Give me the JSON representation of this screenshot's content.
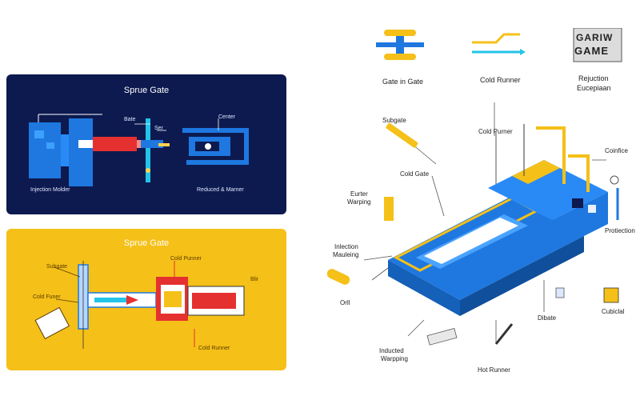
{
  "panels": {
    "top": {
      "title": "Sprue Gate",
      "labels": {
        "bate": "Bate",
        "ser": "Ser",
        "center": "Center",
        "injection_molder": "Injection Molder",
        "reduced_marner": "Reduced & Marner"
      }
    },
    "bottom": {
      "title": "Sprue Gate",
      "labels": {
        "subgate": "Subgate",
        "cold_funer": "Cold Funer",
        "cold_punner": "Cold Punner",
        "blir": "Blir",
        "cold_runner": "Cold Runner"
      }
    }
  },
  "icons_row": {
    "gate_in_gate": "Gate in Gate",
    "cold_runner": "Cold Runner",
    "rejuction": "Rejuction",
    "eucepiaan": "Eucepiaan",
    "logo_line1": "GARIW",
    "logo_line2": "GAME"
  },
  "iso_labels": {
    "subgate": "Subgate",
    "cold_purner": "Cold Purner",
    "coinfice": "Coinfice",
    "cold_gate": "Cold Gate",
    "eurter_warping_1": "Eurter",
    "eurter_warping_2": "Warping",
    "protiection": "Protiection",
    "injection_mauleing_1": "Inlection",
    "injection_mauleing_2": "Mauleing",
    "orll": "Orll",
    "cubiclal": "Cubiclal",
    "dibate": "Dibate",
    "inducted_warpping_1": "Inducted",
    "inducted_warpping_2": "Warpping",
    "hot_runner": "Hot Runner"
  },
  "colors": {
    "navy": "#0d1a4f",
    "yellow": "#f5c018",
    "blue": "#1e78e0",
    "red": "#e53030",
    "cyan": "#22c4e8"
  }
}
